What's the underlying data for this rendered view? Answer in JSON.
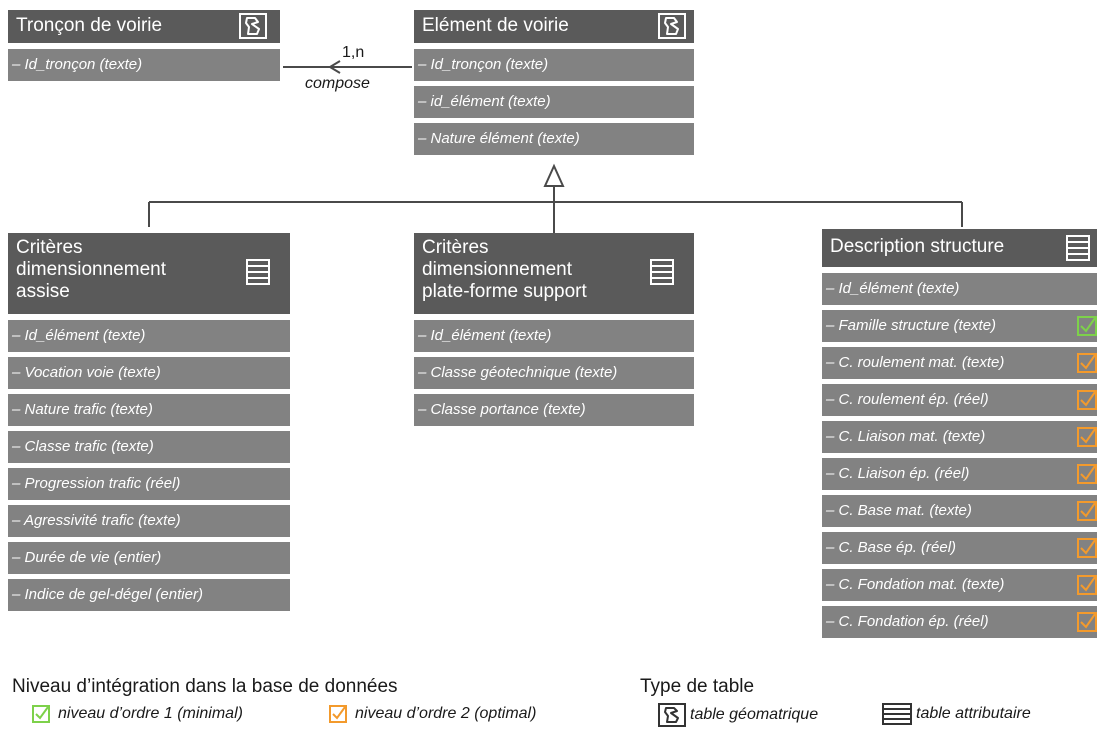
{
  "entities": {
    "troncon": {
      "title": "Tronçon de voirie",
      "type_icon": "table-geometrique-icon",
      "attributes": [
        {
          "label": "– Id_tronçon (texte)"
        }
      ]
    },
    "element": {
      "title": "Elément de voirie",
      "type_icon": "table-geometrique-icon",
      "attributes": [
        {
          "label": "– Id_tronçon (texte)"
        },
        {
          "label": "– id_élément (texte)"
        },
        {
          "label": "– Nature élément (texte)"
        }
      ]
    },
    "assise": {
      "title_lines": [
        "Critères",
        "dimensionnement",
        "assise"
      ],
      "type_icon": "table-attributaire-icon",
      "attributes": [
        {
          "label": "– Id_élément (texte)"
        },
        {
          "label": "– Vocation voie (texte)"
        },
        {
          "label": "– Nature trafic (texte)"
        },
        {
          "label": "– Classe trafic (texte)"
        },
        {
          "label": "– Progression trafic (réel)"
        },
        {
          "label": "– Agressivité trafic (texte)"
        },
        {
          "label": "– Durée de vie (entier)"
        },
        {
          "label": "– Indice de gel-dégel (entier)"
        }
      ]
    },
    "plateforme": {
      "title_lines": [
        "Critères",
        "dimensionnement",
        "plate-forme support"
      ],
      "type_icon": "table-attributaire-icon",
      "attributes": [
        {
          "label": "– Id_élément (texte)"
        },
        {
          "label": "– Classe géotechnique (texte)"
        },
        {
          "label": "– Classe portance (texte)"
        }
      ]
    },
    "structure": {
      "title": "Description structure",
      "type_icon": "table-attributaire-icon",
      "attributes": [
        {
          "label": "– Id_élément (texte)",
          "level": null
        },
        {
          "label": "– Famille structure (texte)",
          "level": 1
        },
        {
          "label": "– C. roulement mat. (texte)",
          "level": 2
        },
        {
          "label": "– C. roulement ép. (réel)",
          "level": 2
        },
        {
          "label": "– C. Liaison mat. (texte)",
          "level": 2
        },
        {
          "label": "– C. Liaison ép. (réel)",
          "level": 2
        },
        {
          "label": "– C. Base mat. (texte)",
          "level": 2
        },
        {
          "label": "– C. Base ép. (réel)",
          "level": 2
        },
        {
          "label": "– C. Fondation mat. (texte)",
          "level": 2
        },
        {
          "label": "– C. Fondation ép. (réel)",
          "level": 2
        }
      ]
    }
  },
  "relation": {
    "cardinality": "1,n",
    "label": "compose"
  },
  "legend": {
    "integration": {
      "title": "Niveau d’intégration dans la base de données",
      "level1": "niveau d’ordre 1 (minimal)",
      "level2": "niveau d’ordre 2 (optimal)"
    },
    "table_type": {
      "title": "Type de table",
      "geometrique": "table géomatrique",
      "attributaire": "table attributaire"
    }
  },
  "colors": {
    "header_bg": "#5a5a5a",
    "row_bg": "#828282",
    "level1_green": "#7dd14a",
    "level2_orange": "#f39a2c",
    "connector": "#4a4a4a"
  }
}
